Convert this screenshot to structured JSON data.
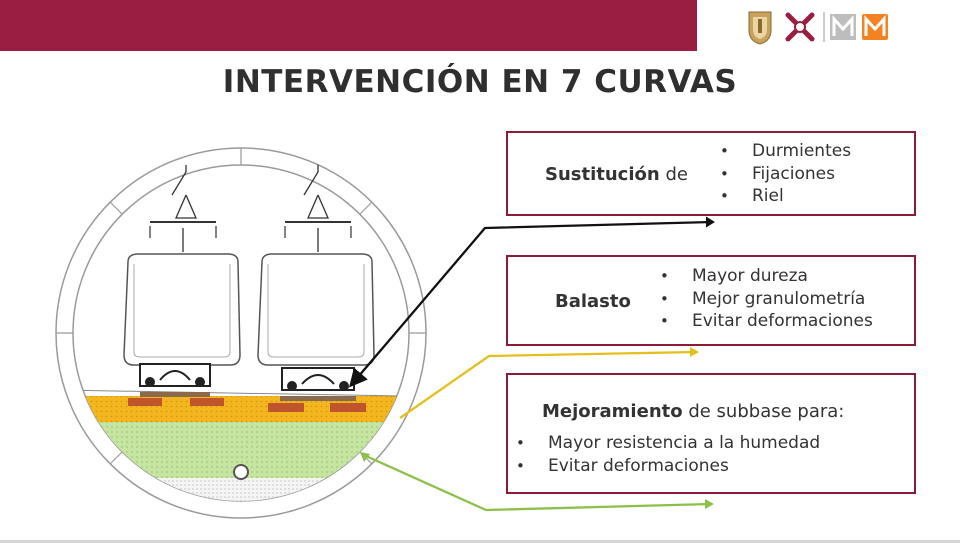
{
  "title": "INTERVENCIÓN EN 7 CURVAS",
  "boxes": {
    "sustitucion": {
      "label_bold": "Sustitución",
      "label_rest": " de",
      "items": [
        "Durmientes",
        "Fijaciones",
        "Riel"
      ]
    },
    "balasto": {
      "label_bold": "Balasto",
      "items": [
        "Mayor dureza",
        "Mejor granulometría",
        "Evitar deformaciones"
      ]
    },
    "mejoramiento": {
      "label_bold": "Mejoramiento",
      "label_rest": " de subbase para:",
      "items": [
        "Mayor resistencia a la humedad",
        "Evitar deformaciones"
      ]
    }
  },
  "colors": {
    "brand": "#9a1e41",
    "box_border": "#8c1b3a",
    "ballast": "#f0b51e",
    "subbase": "#b7dd8a",
    "arrow_black": "#111111",
    "arrow_yellow": "#e6bf1e",
    "arrow_green": "#8cc04a"
  },
  "icons": [
    "cdmx-coat-of-arms-logo",
    "cdmx-emblem-logo",
    "metro-logo-gray",
    "metro-logo-orange"
  ]
}
